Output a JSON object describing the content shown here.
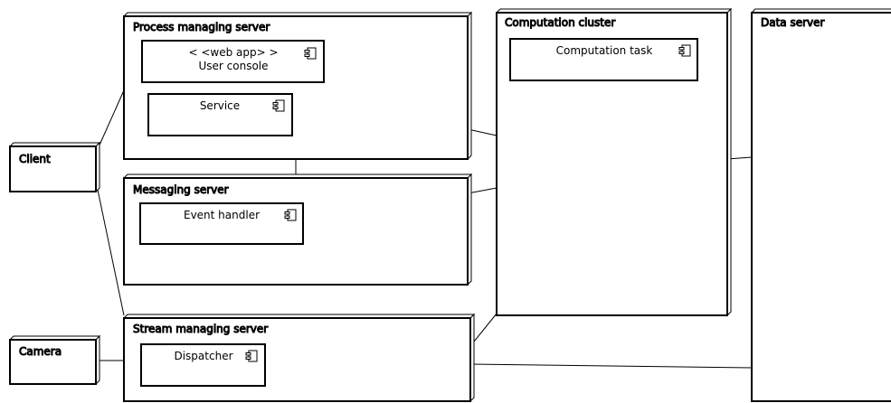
{
  "nodes": {
    "client": "Client",
    "camera": "Camera",
    "process_server": "Process managing server",
    "messaging_server": "Messaging server",
    "stream_server": "Stream managing server",
    "computation_cluster": "Computation cluster",
    "data_server": "Data server"
  },
  "components": {
    "user_console_stereotype": "< <web app> >",
    "user_console": "User console",
    "service": "Service",
    "event_handler": "Event handler",
    "dispatcher": "Dispatcher",
    "computation_task": "Computation task"
  },
  "colors": {
    "stroke": "#000000",
    "fill": "#ffffff"
  }
}
